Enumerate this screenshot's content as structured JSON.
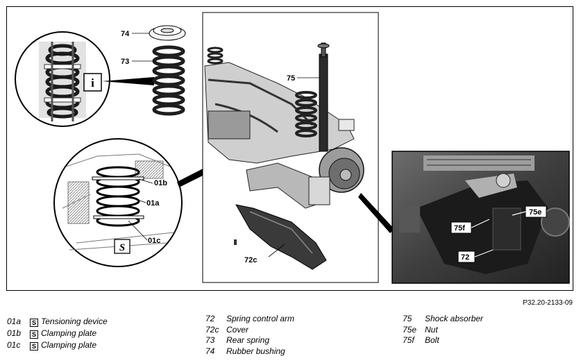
{
  "reference": "P32.20-2133-09",
  "callouts": {
    "c74": "74",
    "c73": "73",
    "c75": "75",
    "c01b": "01b",
    "c01a": "01a",
    "c01c": "01c",
    "c72c": "72c",
    "c75e": "75e",
    "c75f": "75f",
    "c72": "72",
    "info": "i"
  },
  "legend": {
    "col1": [
      {
        "code": "01a",
        "label": "Tensioning device"
      },
      {
        "code": "01b",
        "label": "Clamping plate"
      },
      {
        "code": "01c",
        "label": "Clamping plate"
      }
    ],
    "col2": [
      {
        "code": "72",
        "label": "Spring control arm"
      },
      {
        "code": "72c",
        "label": "Cover"
      },
      {
        "code": "73",
        "label": "Rear spring"
      },
      {
        "code": "74",
        "label": "Rubber bushing"
      }
    ],
    "col3": [
      {
        "code": "75",
        "label": "Shock absorber"
      },
      {
        "code": "75e",
        "label": "Nut"
      },
      {
        "code": "75f",
        "label": "Bolt"
      }
    ],
    "tool_glyph": "𝐒"
  },
  "icons": [
    "info-icon",
    "special-tool-icon"
  ]
}
